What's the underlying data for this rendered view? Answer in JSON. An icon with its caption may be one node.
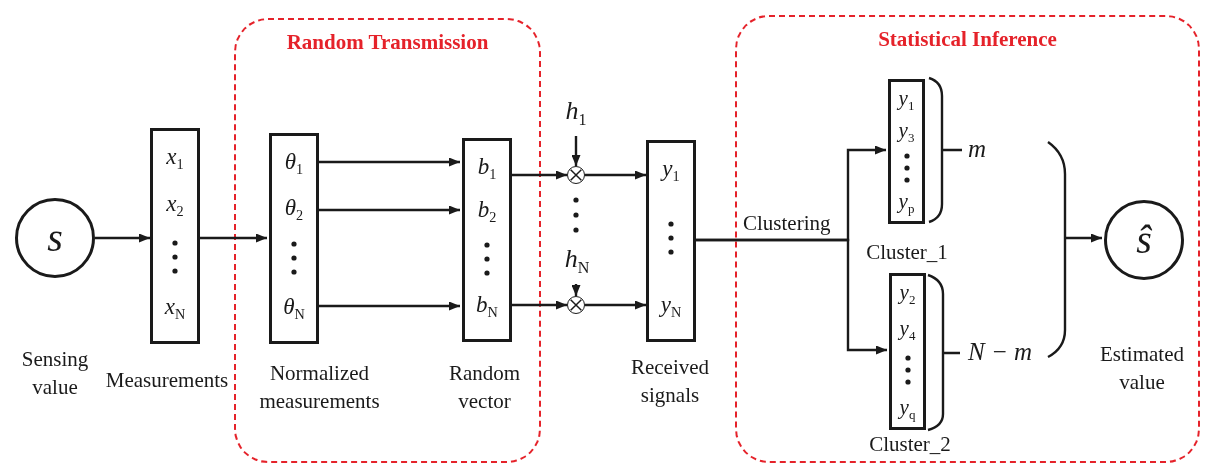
{
  "diagram": {
    "nodes": [
      {
        "text": [
          "Random Transmission"
        ]
      },
      {
        "text": [
          "Statistical Inference"
        ]
      },
      {
        "text": [
          "s"
        ],
        "beside": [
          "Sensing value"
        ]
      },
      {
        "text": [
          "*x*$_{1}$",
          "*x*$_{2}$",
          "*x*$_{N}$"
        ],
        "beside": [
          "Measurements"
        ]
      },
      {
        "text": [
          "*θ*$_{1}$",
          "*θ*$_{2}$",
          "*θ*$_{N}$"
        ],
        "in": 0,
        "beside": [
          "Normalized measurements"
        ]
      },
      {
        "text": [
          "*b*$_{1}$",
          "*b*$_{2}$",
          "*b*$_{N}$"
        ],
        "in": 0,
        "beside": [
          "Random vector"
        ]
      },
      {
        "text": [
          "*h*$_{1}$"
        ]
      },
      {
        "text": [],
        "shape": "circle"
      },
      {
        "text": [
          "*h*$_{N}$"
        ]
      },
      {
        "text": [],
        "shape": "circle"
      },
      {
        "text": [
          "*y*$_{1}$",
          "*y*$_{N}$"
        ],
        "beside": [
          "Received signals"
        ]
      },
      {
        "text": [
          "*y*$_{1}$",
          "*y*$_{3}$",
          "*y*$_{p}$"
        ],
        "in": 1,
        "beside": [
          "Cluster_1"
        ]
      },
      {
        "text": [
          "*y*$_{2}$",
          "*y*$_{4}$",
          "*y*$_{q}$"
        ],
        "in": 1,
        "beside": [
          "Cluster_2"
        ]
      },
      {
        "text": [
          "ŝ"
        ],
        "in": 1
      },
      {
        "text": [],
        "shape": "bracket",
        "in": 1
      }
    ],
    "edges": [
      {
        "from": 2,
        "to": 3,
        "arrow": "to"
      },
      {
        "from": 3,
        "to": 4,
        "arrow": "to"
      },
      {
        "from": 4,
        "to": 5,
        "arrow": "to"
      },
      {
        "from": 4,
        "to": 5,
        "arrow": "to"
      },
      {
        "from": 4,
        "to": 5,
        "arrow": "to"
      },
      {
        "from": 5,
        "to": 7,
        "arrow": "to"
      },
      {
        "from": 5,
        "to": 9,
        "arrow": "to"
      },
      {
        "from": 6,
        "to": 7,
        "arrow": "to"
      },
      {
        "from": 8,
        "to": 9,
        "arrow": "to"
      },
      {
        "from": 7,
        "to": 10,
        "arrow": "to"
      },
      {
        "from": 9,
        "to": 10,
        "arrow": "to"
      },
      {
        "from": 10,
        "to": 11,
        "arrow": "to",
        "label": "Clustering"
      },
      {
        "from": 10,
        "to": 12,
        "arrow": "to"
      },
      {
        "from": 14,
        "to": 13,
        "arrow": "to"
      }
    ],
    "labels": [
      "m",
      "N − m",
      "Estimated value"
    ]
  }
}
